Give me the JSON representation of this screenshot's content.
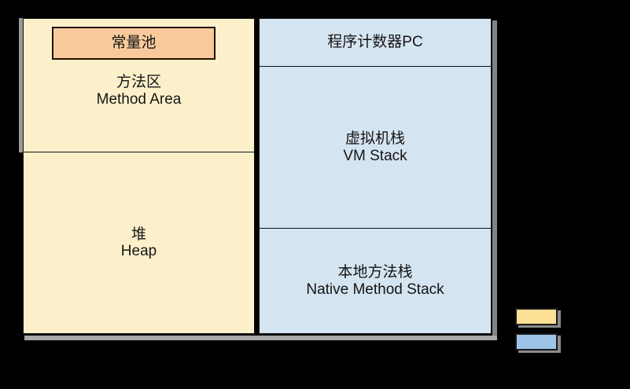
{
  "colors": {
    "background": "#000000",
    "method_area_fill": "#FCF0CB",
    "heap_fill": "#FCF0CB",
    "stack_fill": "#D5E4F1",
    "constant_pool_fill": "#F8CA9B",
    "legend_yellow": "#FBE096",
    "legend_blue": "#9DC3E6",
    "border": "#101010",
    "text": "#151515",
    "shadow_gray": "#9b9b9b"
  },
  "boxes": {
    "constant_pool": {
      "label": "常量池"
    },
    "method_area": {
      "label_zh": "方法区",
      "label_en": "Method Area"
    },
    "heap": {
      "label_zh": "堆",
      "label_en": "Heap"
    },
    "program_counter": {
      "label": "程序计数器PC"
    },
    "vm_stack": {
      "label_zh": "虚拟机栈",
      "label_en": "VM Stack"
    },
    "native_method_stack": {
      "label_zh": "本地方法栈",
      "label_en": "Native Method Stack"
    }
  },
  "legend": {
    "swatches": [
      {
        "name": "yellow",
        "color": "#FBE096"
      },
      {
        "name": "blue",
        "color": "#9DC3E6"
      }
    ]
  }
}
